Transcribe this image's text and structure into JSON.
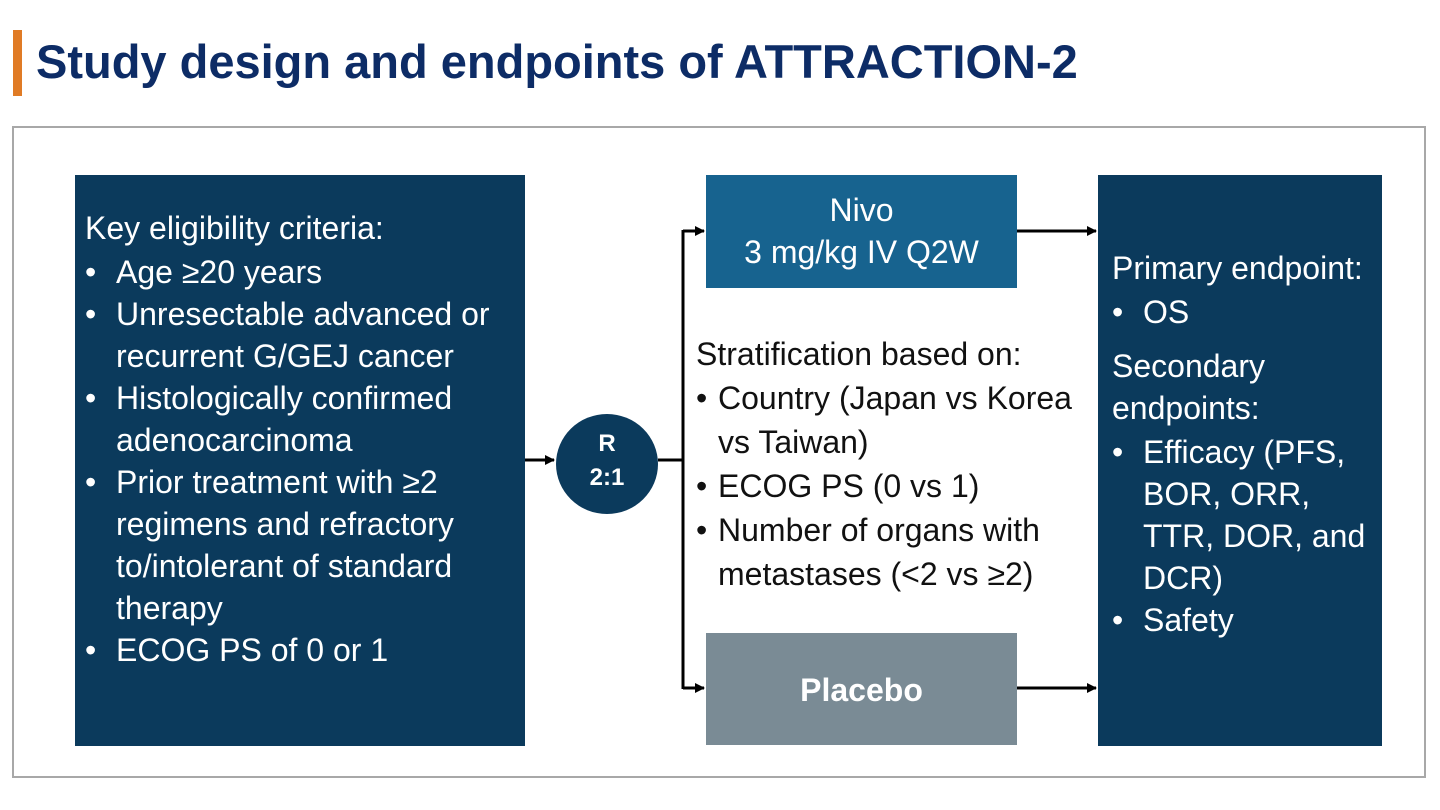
{
  "slide": {
    "title": "Study design and endpoints of ATTRACTION-2",
    "accent_color": "#e07b25",
    "title_color": "#0d2c66"
  },
  "eligibility": {
    "heading": "Key eligibility criteria:",
    "items": [
      "Age ≥20 years",
      "Unresectable advanced or recurrent G/GEJ cancer",
      "Histologically confirmed adenocarcinoma",
      "Prior treatment with ≥2 regimens and refractory to/intolerant of standard therapy",
      "ECOG PS of 0 or 1"
    ]
  },
  "randomization": {
    "line1": "R",
    "line2": "2:1"
  },
  "arms": {
    "nivo": {
      "line1": "Nivo",
      "line2": "3 mg/kg IV Q2W",
      "color": "#17638f"
    },
    "placebo": {
      "label": "Placebo",
      "color": "#7a8b95"
    }
  },
  "stratification": {
    "heading": "Stratification based on:",
    "items": [
      "Country (Japan vs Korea vs Taiwan)",
      "ECOG PS (0 vs 1)",
      "Number of organs with metastases (<2 vs ≥2)"
    ]
  },
  "endpoints": {
    "primary_heading": "Primary endpoint:",
    "primary_items": [
      "OS"
    ],
    "secondary_heading": "Secondary endpoints:",
    "secondary_items": [
      "Efficacy (PFS, BOR, ORR, TTR, DOR, and DCR)",
      "Safety"
    ]
  },
  "bullet": "•",
  "box_color": "#0b3a5c"
}
